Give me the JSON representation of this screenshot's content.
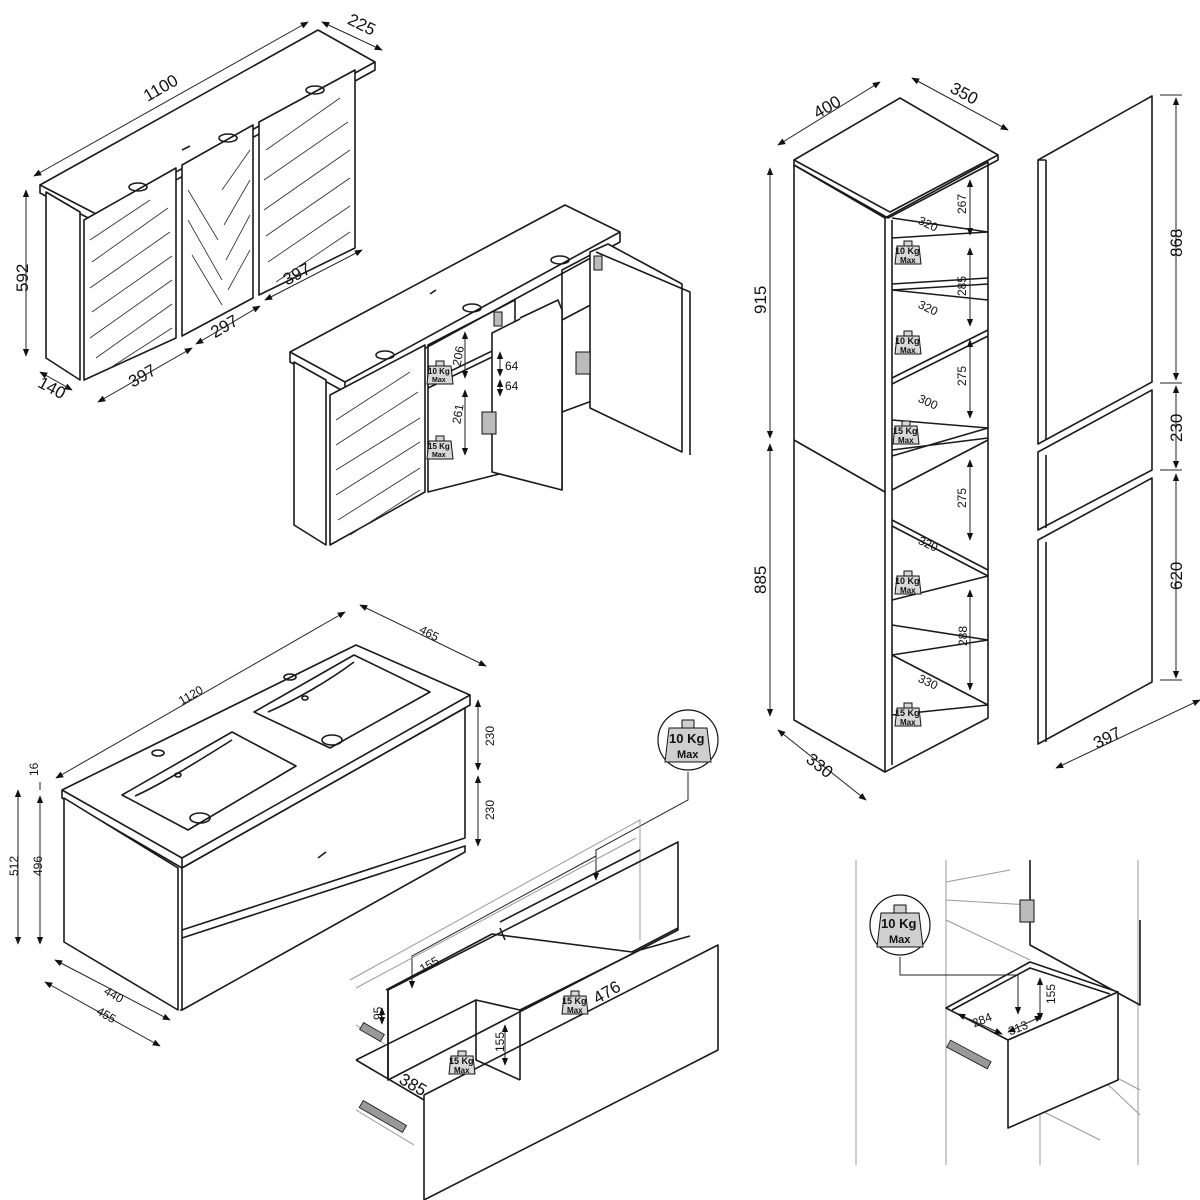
{
  "wall_cabinet": {
    "width": "1100",
    "depth": "225",
    "height": "592",
    "side_depth": "140",
    "door_left": "397",
    "door_middle": "297",
    "door_right": "397",
    "shelf_upper": "206",
    "shelf_lower": "261",
    "hinge_gap_top": "64",
    "hinge_gap_bottom": "64",
    "load_upper_weight": "10 Kg",
    "load_upper_max": "Max",
    "load_lower_weight": "15 Kg",
    "load_lower_max": "Max"
  },
  "tall_cabinet": {
    "width": "400",
    "depth": "350",
    "height_upper": "915",
    "height_lower": "885",
    "base_depth": "330",
    "shelf_1_height": "267",
    "shelf_2_height": "285",
    "shelf_3_height": "275",
    "shelf_4_height": "275",
    "shelf_5_height": "288",
    "shelf_1_depth": "320",
    "shelf_2_depth": "320",
    "shelf_3_depth": "300",
    "shelf_4_depth": "320",
    "shelf_5_depth": "330",
    "load_1_weight": "10 Kg",
    "load_2_weight": "10 Kg",
    "load_3_weight": "15 Kg",
    "load_4_weight": "10 Kg",
    "load_5_weight": "15 Kg",
    "load_max": "Max"
  },
  "tall_doors": {
    "upper_height": "868",
    "drawer_height": "230",
    "lower_height": "620",
    "width": "397"
  },
  "vanity": {
    "width": "1120",
    "depth": "465",
    "top_thickness": "16",
    "height_total": "512",
    "height_body": "496",
    "depth_body": "440",
    "depth_total": "455",
    "drawer_1": "230",
    "drawer_2": "230"
  },
  "vanity_drawers": {
    "load_top_weight": "10 Kg",
    "load_top_max": "Max",
    "load_mid_weight": "15 Kg",
    "load_mid_max": "Max",
    "load_bottom_weight": "15 Kg",
    "load_bottom_max": "Max",
    "upper_inner_height": "155",
    "upper_front": "95",
    "inner_width": "476",
    "lower_inner_height": "155",
    "lower_depth": "385"
  },
  "tall_drawer_detail": {
    "load_weight": "10 Kg",
    "load_max": "Max",
    "inner_depth": "284",
    "inner_width": "313",
    "inner_height": "155"
  }
}
